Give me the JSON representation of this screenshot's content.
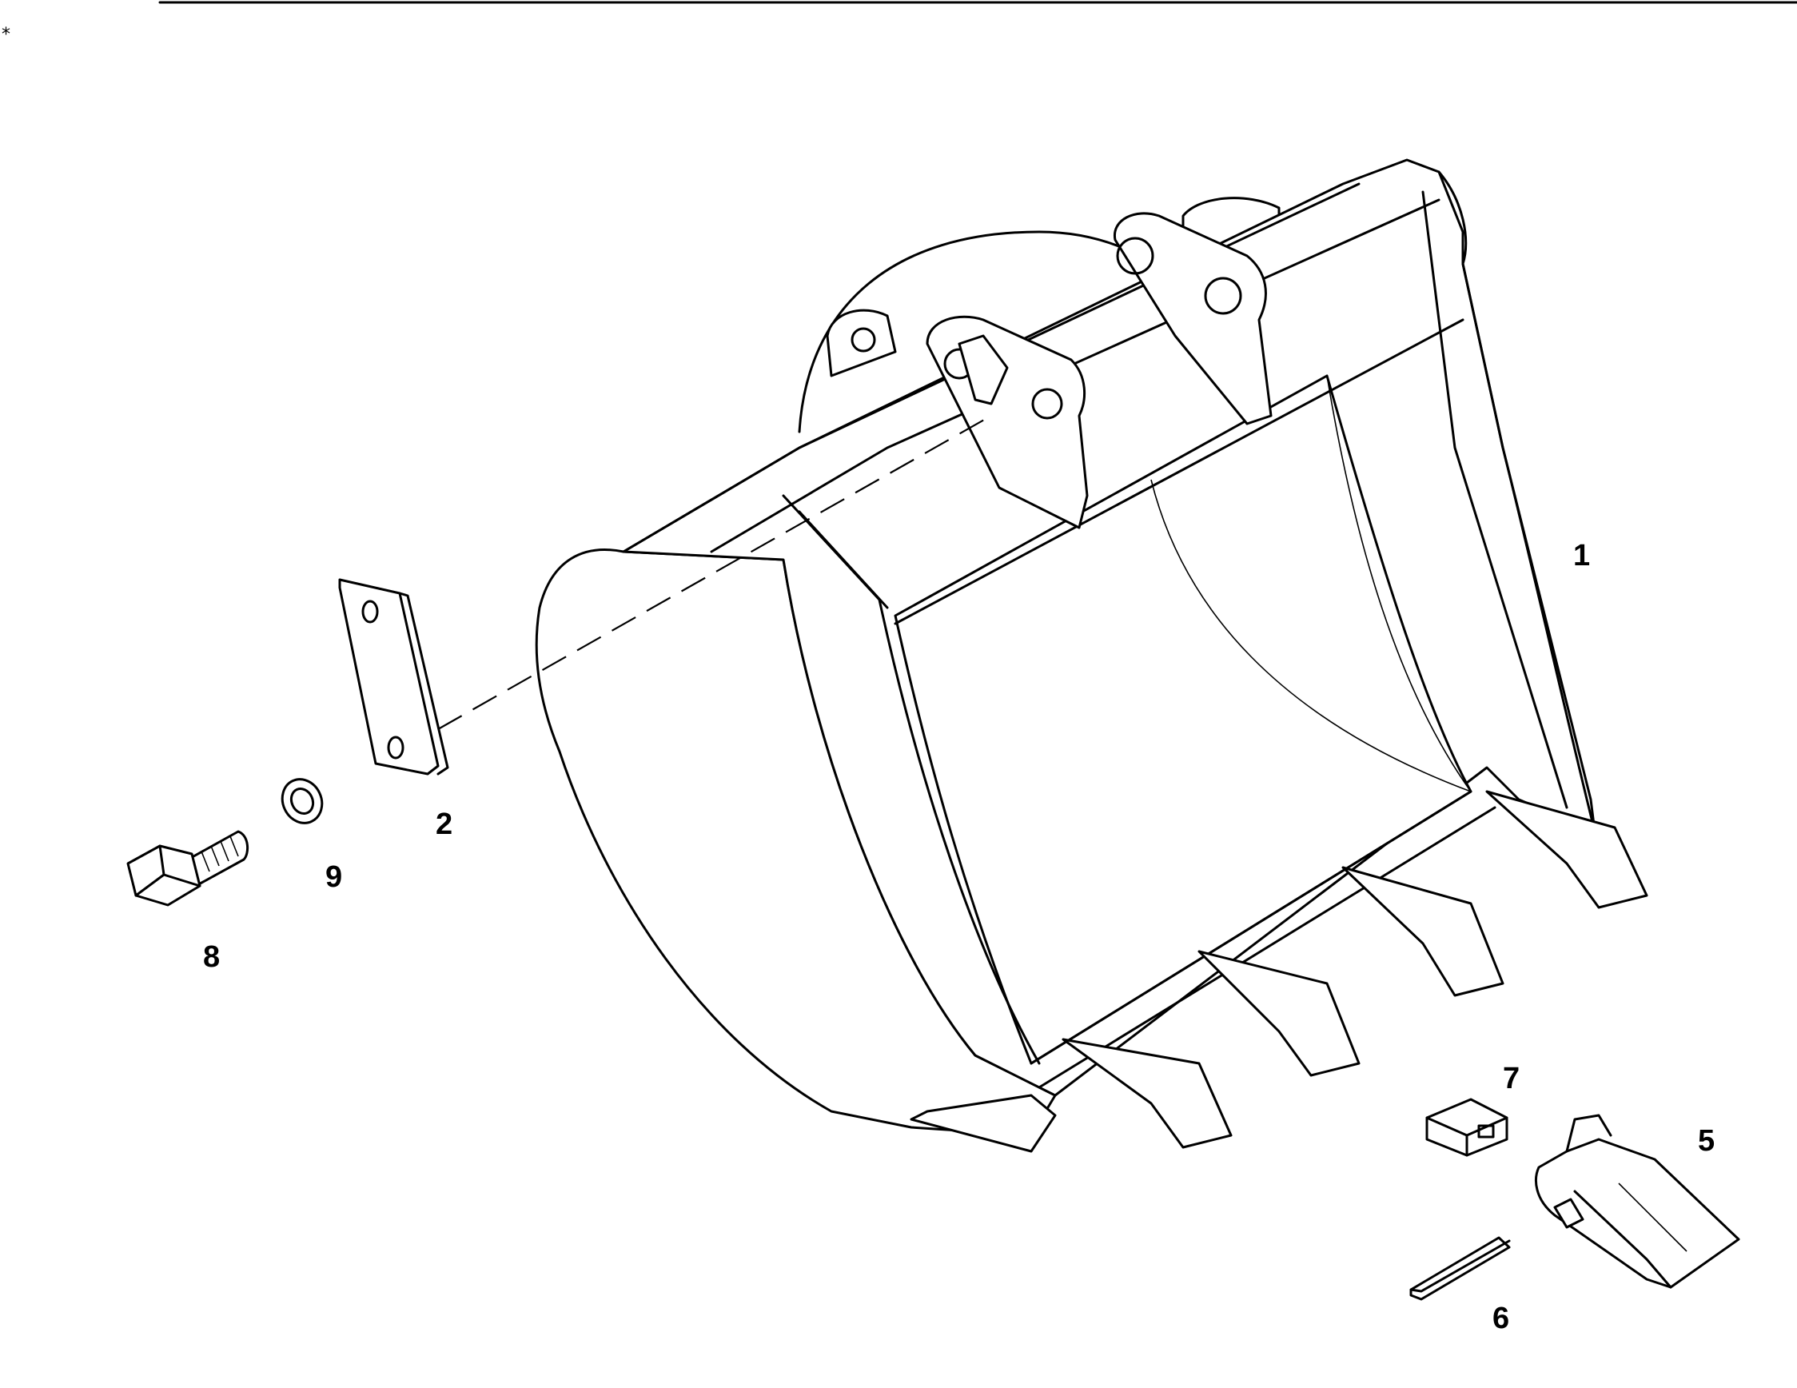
{
  "diagram": {
    "callouts": {
      "bucket": "1",
      "plate": "2",
      "tooth": "5",
      "pin": "6",
      "lock": "7",
      "bolt": "8",
      "washer": "9"
    }
  }
}
